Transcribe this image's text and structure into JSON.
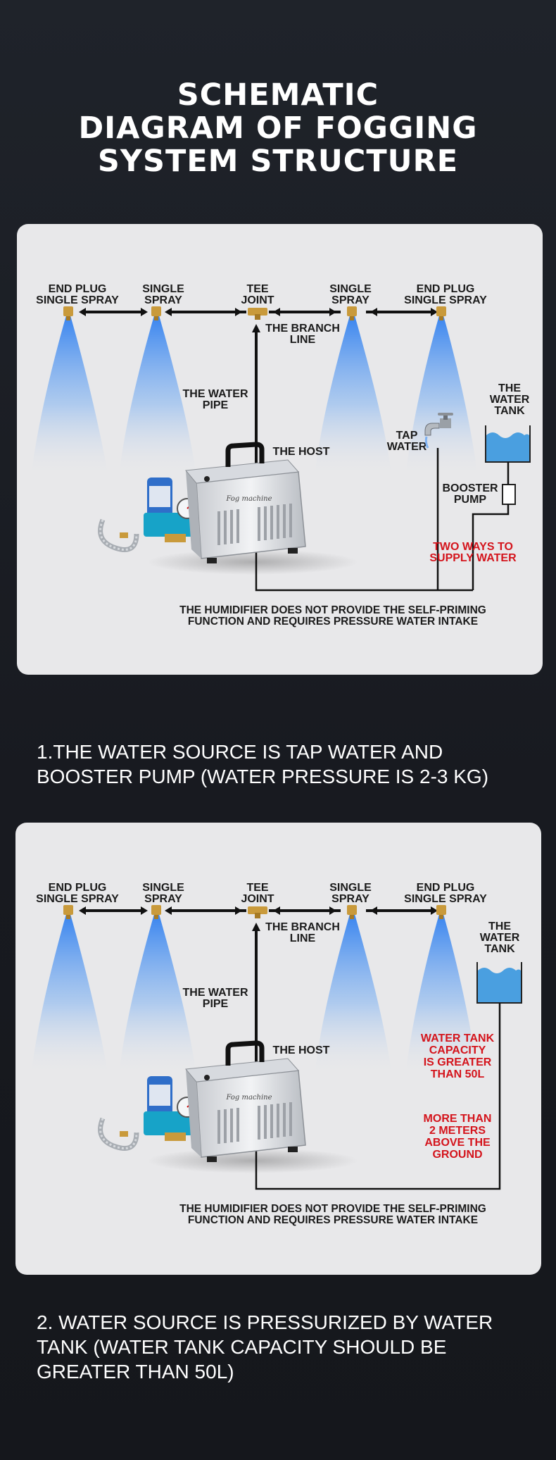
{
  "title": {
    "line1": "SCHEMATIC",
    "line2": "DIAGRAM OF FOGGING",
    "line3": "SYSTEM STRUCTURE"
  },
  "diagrams": [
    {
      "nozzles": [
        {
          "line1": "END PLUG",
          "line2": "SINGLE SPRAY"
        },
        {
          "line1": "SINGLE",
          "line2": "SPRAY"
        },
        {
          "line1": "TEE",
          "line2": "JOINT"
        },
        {
          "line1": "SINGLE",
          "line2": "SPRAY"
        },
        {
          "line1": "END PLUG",
          "line2": "SINGLE SPRAY"
        }
      ],
      "branch_line": {
        "line1": "THE BRANCH",
        "line2": "LINE"
      },
      "water_pipe": {
        "line1": "THE WATER",
        "line2": "PIPE"
      },
      "host": "THE HOST",
      "machine_brand": "Fog machine",
      "water_tank": {
        "line1": "THE",
        "line2": "WATER",
        "line3": "TANK"
      },
      "tap_water": {
        "line1": "TAP",
        "line2": "WATER"
      },
      "booster_pump": {
        "line1": "BOOSTER",
        "line2": "PUMP"
      },
      "red_note": {
        "line1": "TWO WAYS TO",
        "line2": "SUPPLY WATER"
      },
      "footnote": {
        "line1": "THE HUMIDIFIER DOES NOT PROVIDE THE SELF-PRIMING",
        "line2": "FUNCTION AND REQUIRES PRESSURE WATER INTAKE"
      }
    },
    {
      "nozzles": [
        {
          "line1": "END PLUG",
          "line2": "SINGLE SPRAY"
        },
        {
          "line1": "SINGLE",
          "line2": "SPRAY"
        },
        {
          "line1": "TEE",
          "line2": "JOINT"
        },
        {
          "line1": "SINGLE",
          "line2": "SPRAY"
        },
        {
          "line1": "END PLUG",
          "line2": "SINGLE SPRAY"
        }
      ],
      "branch_line": {
        "line1": "THE BRANCH",
        "line2": "LINE"
      },
      "water_pipe": {
        "line1": "THE WATER",
        "line2": "PIPE"
      },
      "host": "THE HOST",
      "machine_brand": "Fog machine",
      "water_tank": {
        "line1": "THE",
        "line2": "WATER",
        "line3": "TANK"
      },
      "red_note_capacity": {
        "line1": "WATER TANK",
        "line2": "CAPACITY",
        "line3": "IS GREATER",
        "line4": "THAN 50L"
      },
      "red_note_height": {
        "line1": "MORE THAN",
        "line2": "2 METERS",
        "line3": "ABOVE THE",
        "line4": "GROUND"
      },
      "footnote": {
        "line1": "THE HUMIDIFIER DOES NOT PROVIDE THE SELF-PRIMING",
        "line2": "FUNCTION AND REQUIRES PRESSURE WATER INTAKE"
      }
    }
  ],
  "captions": [
    {
      "line1": "1.THE WATER SOURCE IS TAP WATER AND",
      "line2": "BOOSTER PUMP (WATER PRESSURE IS 2-3 KG)"
    },
    {
      "line1": "2. WATER SOURCE IS PRESSURIZED BY WATER",
      "line2": "TANK (WATER TANK CAPACITY SHOULD BE",
      "line3": "GREATER THAN 50L)"
    }
  ],
  "colors": {
    "panel_bg": "#e8e8ea",
    "red_note": "#d4141c",
    "tank_water": "#4a9fe0",
    "spray_blue": "#3d8ff0"
  }
}
